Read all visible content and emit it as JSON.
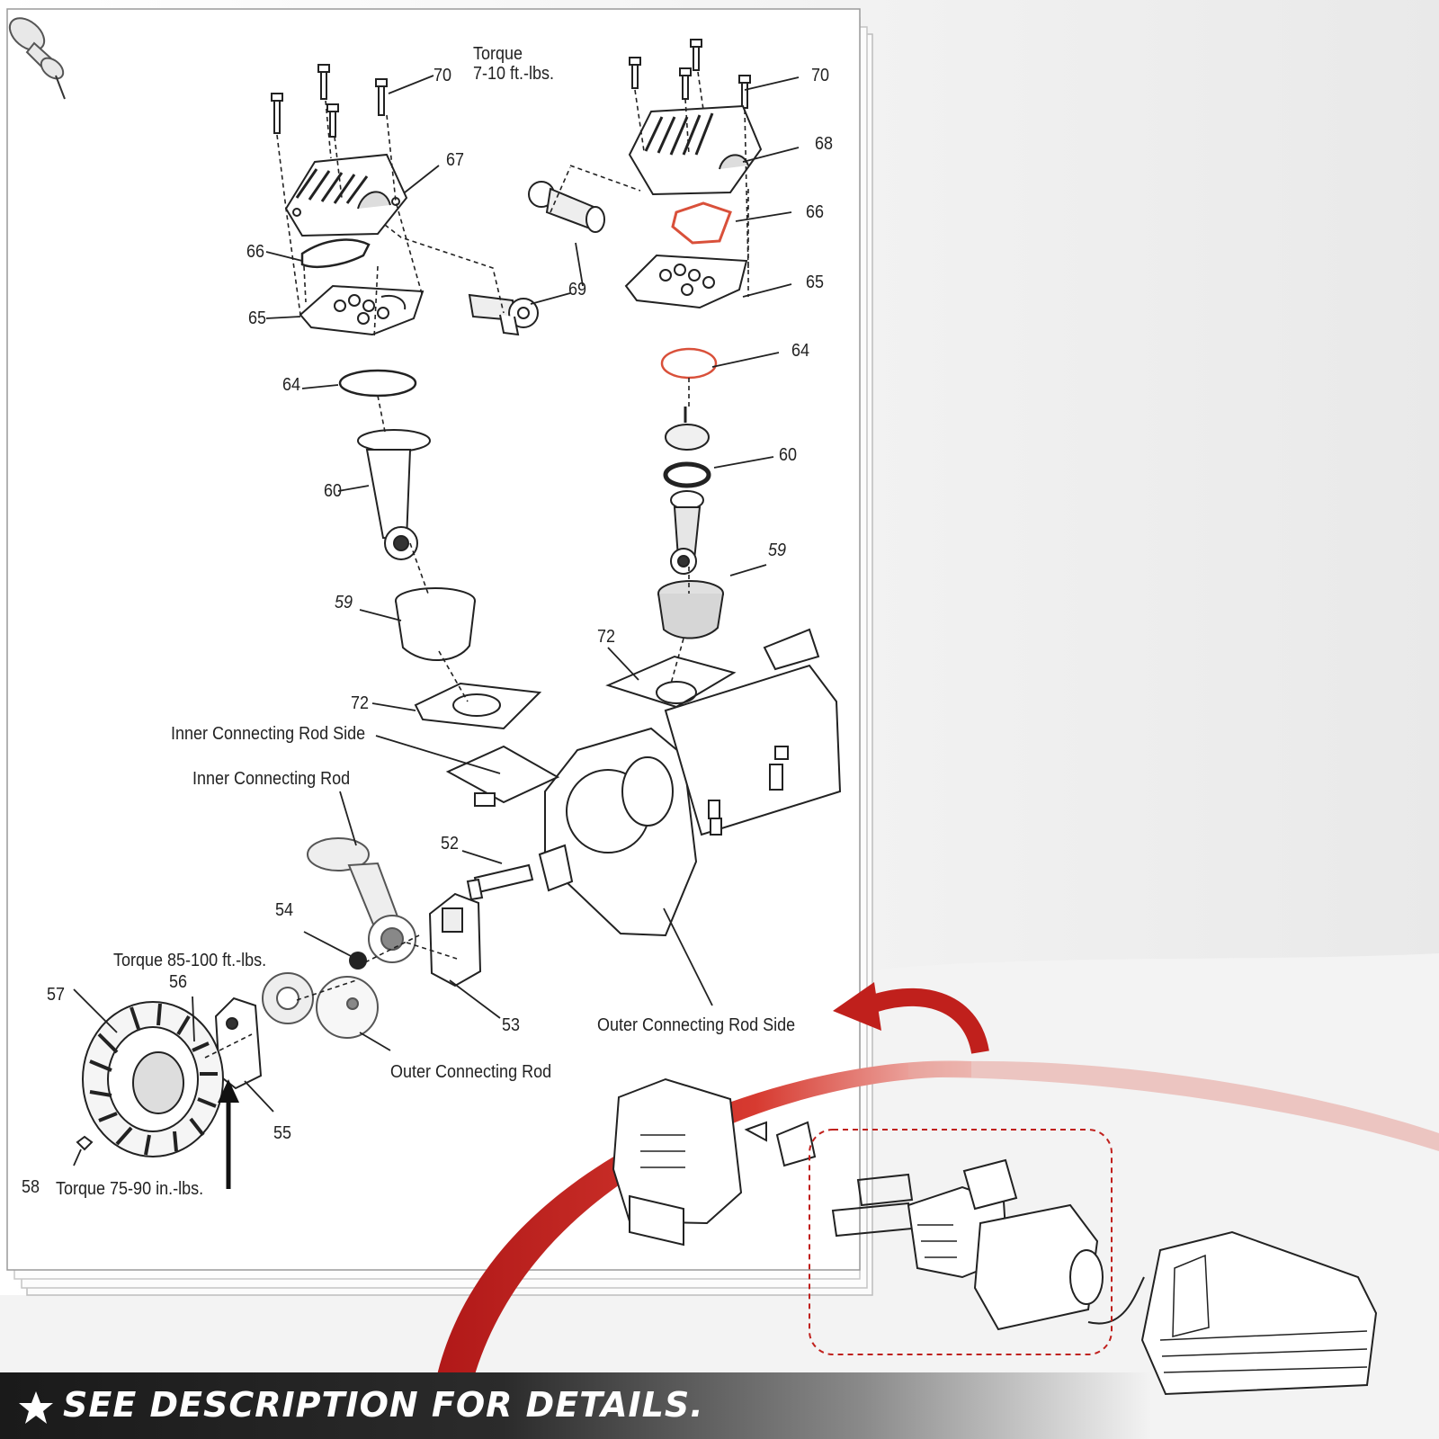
{
  "labels": {
    "torque_top": [
      "Torque",
      "7-10 ft.-lbs."
    ],
    "left": {
      "n70": "70",
      "n67": "67",
      "n66": "66",
      "n65": "65",
      "n64": "64",
      "n60": "60",
      "n59": "59",
      "n72": "72"
    },
    "right": {
      "n70": "70",
      "n68": "68",
      "n66": "66",
      "n65": "65",
      "n64": "64",
      "n60": "60",
      "n59": "59",
      "n72": "72"
    },
    "center": {
      "n69": "69",
      "n52": "52",
      "n54": "54",
      "n53": "53",
      "n56": "56",
      "n57": "57",
      "n55": "55",
      "n58": "58"
    },
    "inner_connecting_rod_side": "Inner Connecting Rod Side",
    "inner_connecting_rod": "Inner Connecting Rod",
    "torque_85_100": "Torque 85-100 ft.-lbs.",
    "outer_connecting_rod_side": "Outer Connecting Rod Side",
    "outer_connecting_rod": "Outer Connecting Rod",
    "torque_75_90": "Torque 75-90 in.-lbs."
  },
  "banner": {
    "text": "SEE DESCRIPTION FOR DETAILS.",
    "icon": "star-icon"
  },
  "colors": {
    "accent_red": "#c0201c",
    "gasket_highlight": "#d9503a",
    "line": "#222222"
  }
}
